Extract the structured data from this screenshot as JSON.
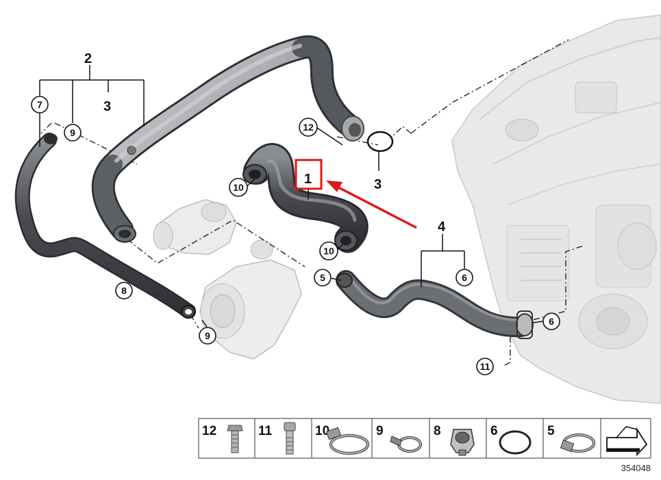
{
  "part_labels": {
    "p2": "2",
    "p3_left": "3",
    "p3_right": "3",
    "p1": "1",
    "p4": "4"
  },
  "callouts": {
    "c7": "7",
    "c9_upper": "9",
    "c12": "12",
    "c10_upper": "10",
    "c10_lower": "10",
    "c8": "8",
    "c9_lower": "9",
    "c5": "5",
    "c6_upper": "6",
    "c6_lower": "6",
    "c11": "11"
  },
  "legend": [
    "12",
    "11",
    "10",
    "9",
    "8",
    "6",
    "5"
  ],
  "reference_number": "354048",
  "colors": {
    "highlight_red": "#e01818",
    "hose_dark": "#3f4147",
    "hose_mid": "#6a6d72",
    "engine_gray": "#e6e6e6"
  }
}
